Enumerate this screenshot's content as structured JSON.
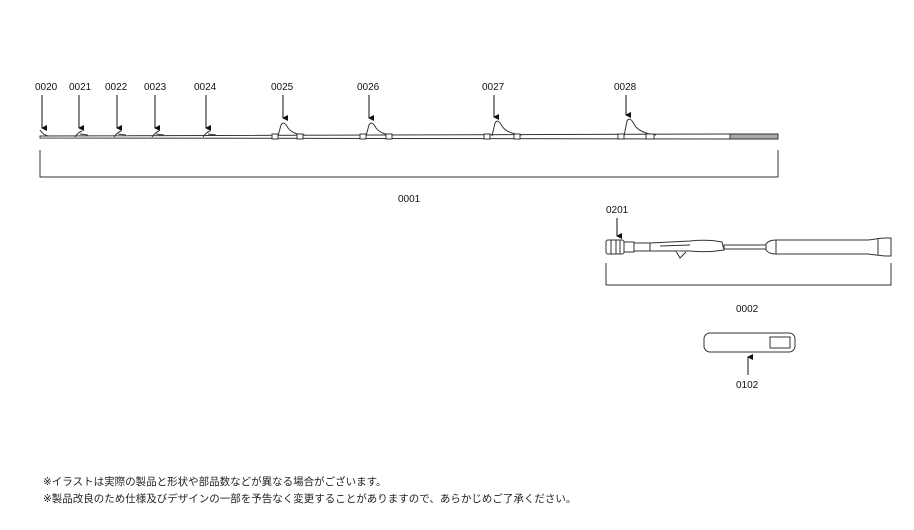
{
  "labels": {
    "p0020": "0020",
    "p0021": "0021",
    "p0022": "0022",
    "p0023": "0023",
    "p0024": "0024",
    "p0025": "0025",
    "p0026": "0026",
    "p0027": "0027",
    "p0028": "0028",
    "p0001": "0001",
    "p0201": "0201",
    "p0002": "0002",
    "p0102": "0102"
  },
  "notes": {
    "line1": "※イラストは実際の製品と形状や部品数などが異なる場合がございます。",
    "line2": "※製品改良のため仕様及びデザインの一部を予告なく変更することがありますので、あらかじめご了承ください。"
  },
  "colors": {
    "line": "#333333",
    "butt_fill": "#aaaaaa"
  }
}
